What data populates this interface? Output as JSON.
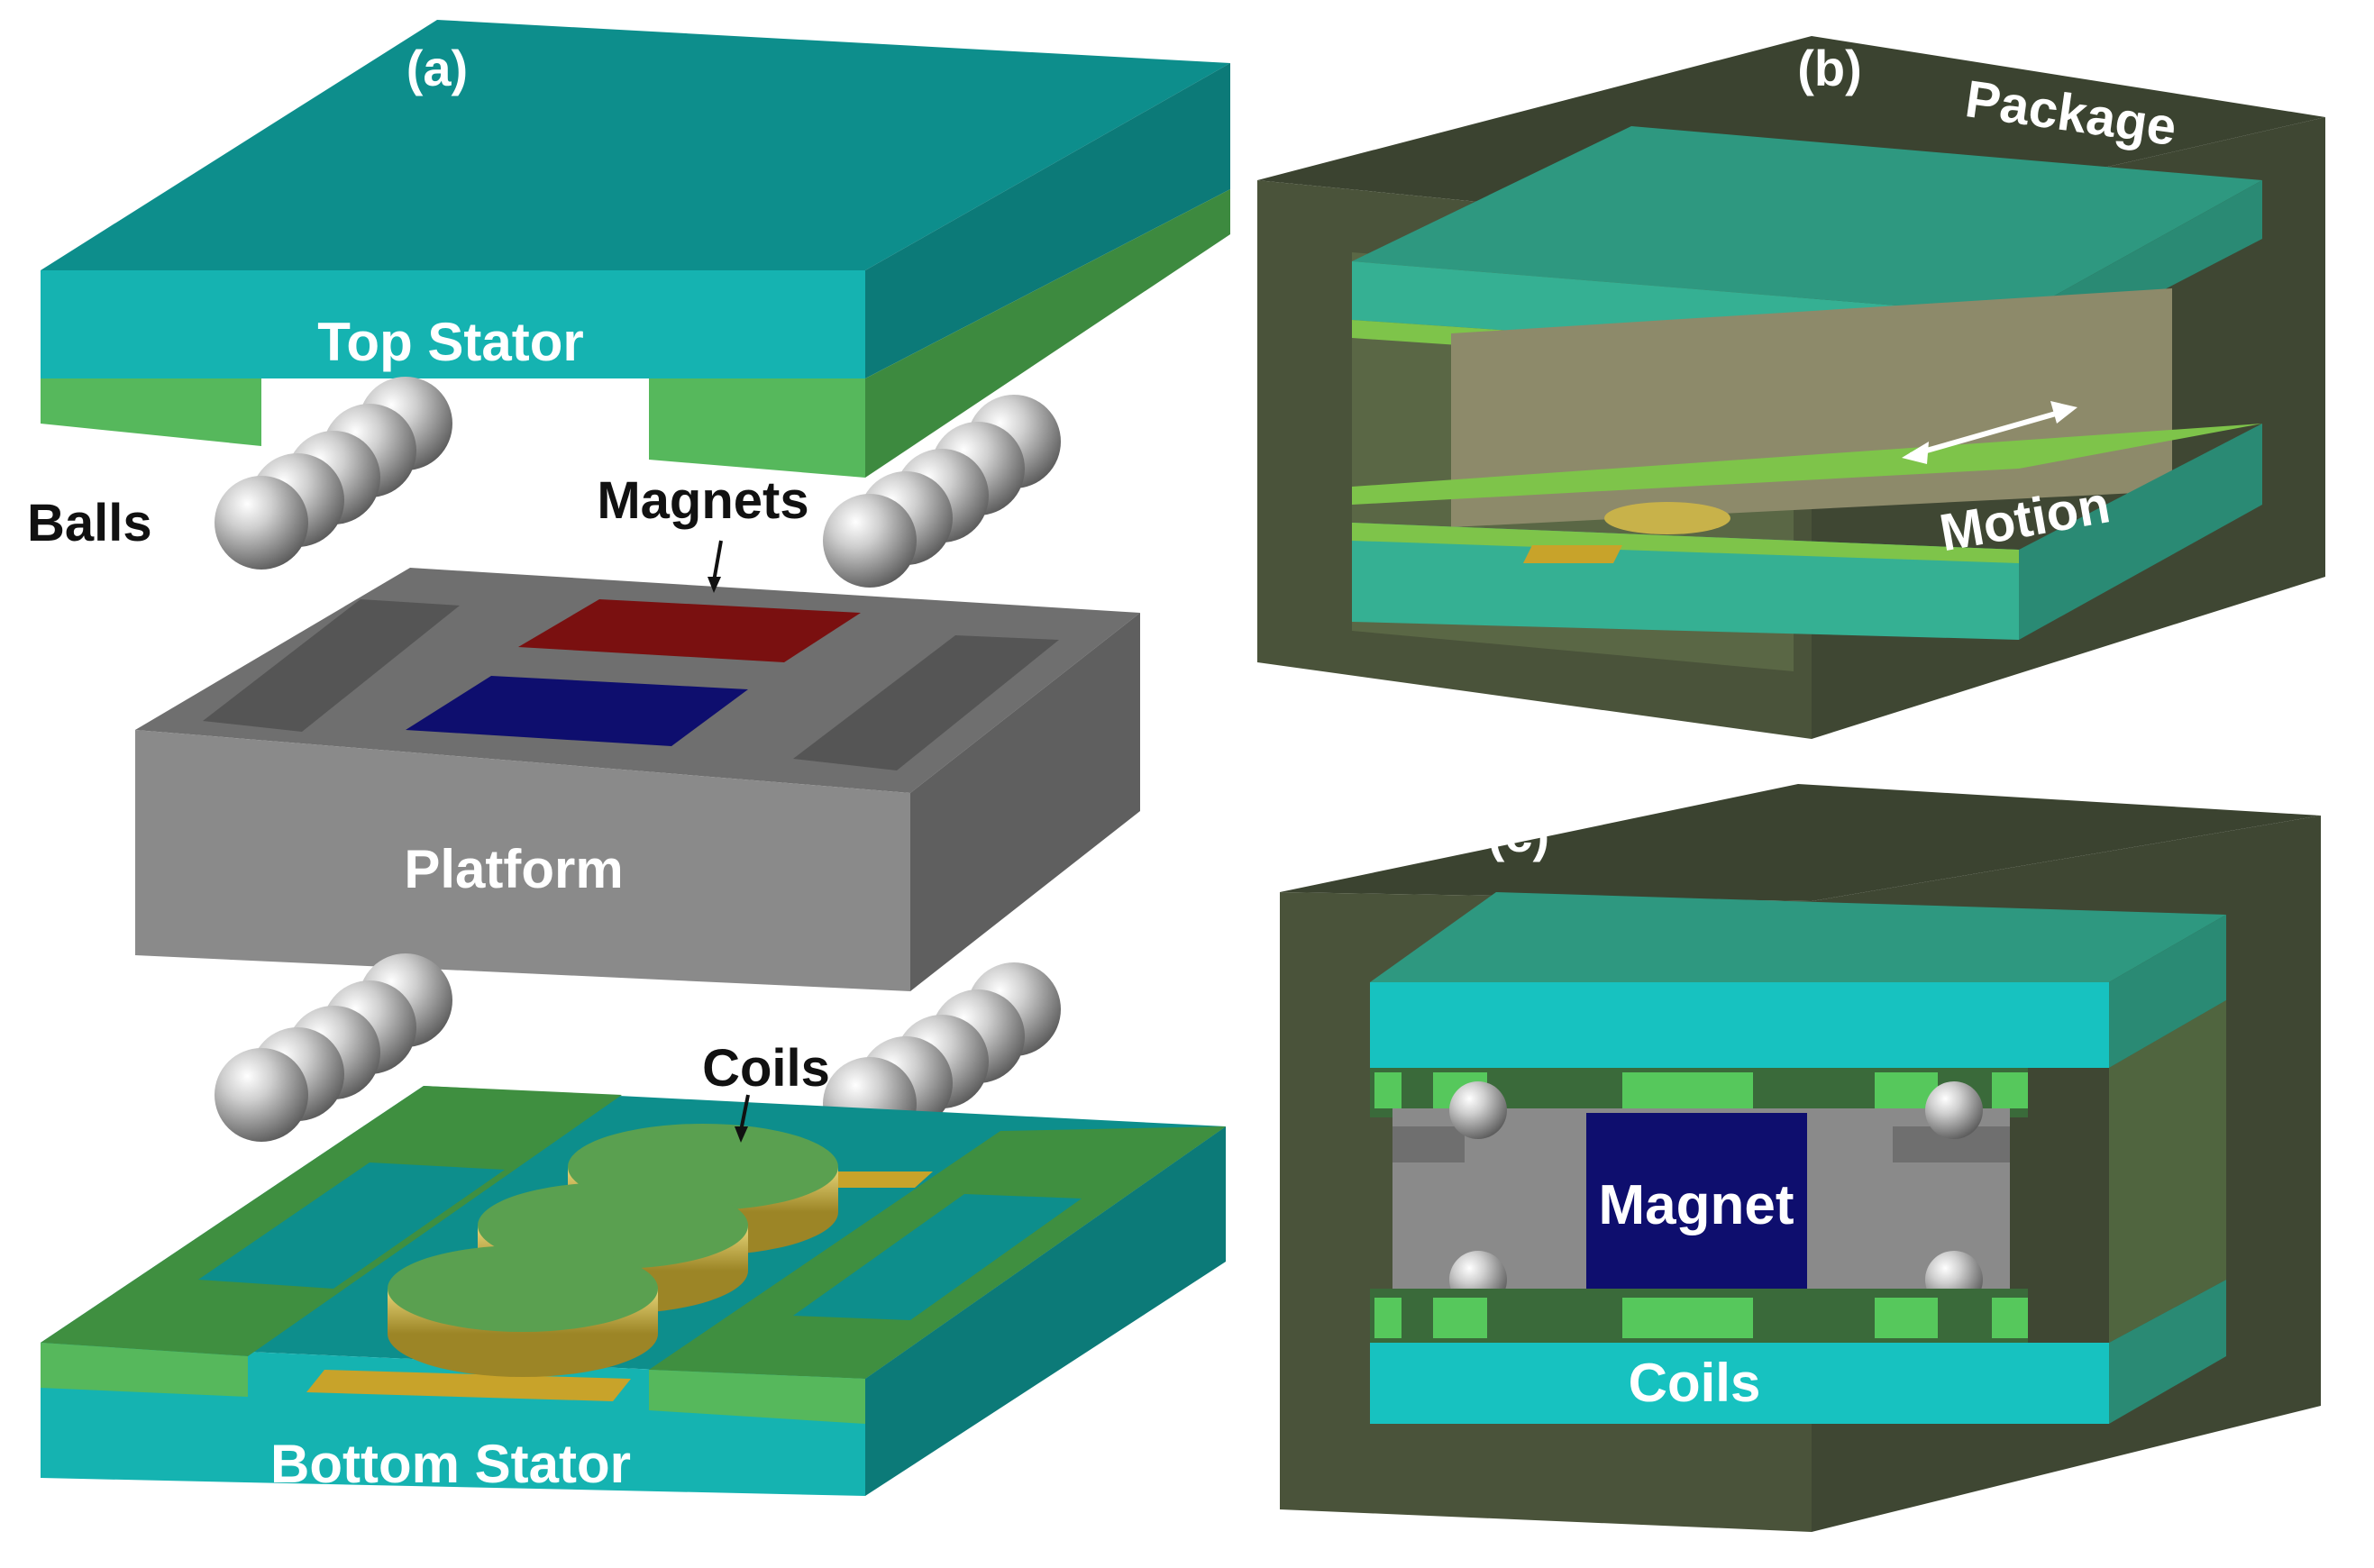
{
  "panels": {
    "a": {
      "tag": "(a)",
      "top_stator": "Top Stator",
      "balls": "Balls",
      "magnets": "Magnets",
      "platform": "Platform",
      "coils": "Coils",
      "bottom_stator": "Bottom Stator"
    },
    "b": {
      "tag": "(b)",
      "package": "Package",
      "motion": "Motion"
    },
    "c": {
      "tag": "(c)",
      "magnet": "Magnet",
      "coils": "Coils"
    }
  },
  "colors": {
    "stator_teal": "#15b3b1",
    "stator_top": "#0d8e8c",
    "pad_green": "#56b85c",
    "pad_dark": "#3d8a3f",
    "platform_gray": "#8a8a8a",
    "platform_top": "#6f6f6f",
    "magnet_red": "#7a1010",
    "magnet_blue": "#0e0e6e",
    "coil_gold": "#c8b24a",
    "package_olive": "#4a533a",
    "package_dark": "#3b4330"
  }
}
